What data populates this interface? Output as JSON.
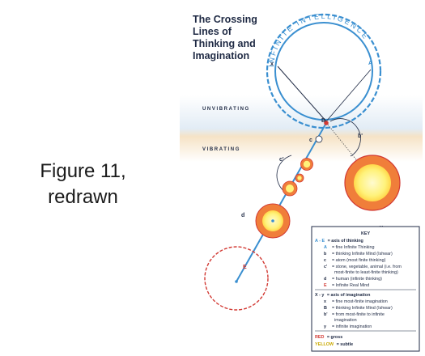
{
  "caption": {
    "line1": "Figure 11,",
    "line2": "redrawn"
  },
  "diagram": {
    "title_lines": [
      "The Crossing",
      "Lines of",
      "Thinking and",
      "Imagination"
    ],
    "arc_text": "INFINITE INTELLIGENCE",
    "band_top": "UNVIBRATING",
    "band_bottom": "VIBRATING",
    "labels": {
      "A": "A",
      "x": "x",
      "B": "B",
      "b_prime": "b'",
      "c": "c",
      "c_prime": "c'",
      "d": "d",
      "E": "E",
      "y": "y"
    },
    "colors": {
      "blue": "#3a8fd0",
      "red": "#d23a34",
      "yellow": "#fff27a",
      "orange": "#f07e3a",
      "navy": "#1f2a44"
    }
  },
  "key": {
    "title": "KEY",
    "thinking_header_prefix": "A - E",
    "thinking_header_suffix": "= axis of thinking",
    "thinking_items": [
      {
        "sym": "A",
        "text": "= fine Infinite Thinking",
        "colored": true
      },
      {
        "sym": "b",
        "text": "= thinking Infinite Mind (Ishwar)"
      },
      {
        "sym": "c",
        "text": "= atom (most finite thinking)"
      },
      {
        "sym": "c'",
        "text": "= stone, vegetable, animal (i.e. from"
      },
      {
        "sym": "",
        "text": "most-finite to least-finite thinking)"
      },
      {
        "sym": "d",
        "text": "= human (infinite thinking)"
      },
      {
        "sym": "E",
        "text": "= Infinite Real Mind"
      }
    ],
    "imagination_header_prefix": "X - y",
    "imagination_header_suffix": "= axis of imagination",
    "imagination_items": [
      {
        "sym": "x",
        "text": "= fine most-finite imagination"
      },
      {
        "sym": "B",
        "text": "= thinking Infinite Mind (Ishwar)"
      },
      {
        "sym": "b'",
        "text": "= from most-finite to infinite"
      },
      {
        "sym": "",
        "text": "imagination"
      },
      {
        "sym": "y",
        "text": "= infinite imagination"
      }
    ],
    "legend_red_word": "RED",
    "legend_red_text": "= gross",
    "legend_yellow_word": "YELLOW",
    "legend_yellow_text": "= subtle"
  }
}
